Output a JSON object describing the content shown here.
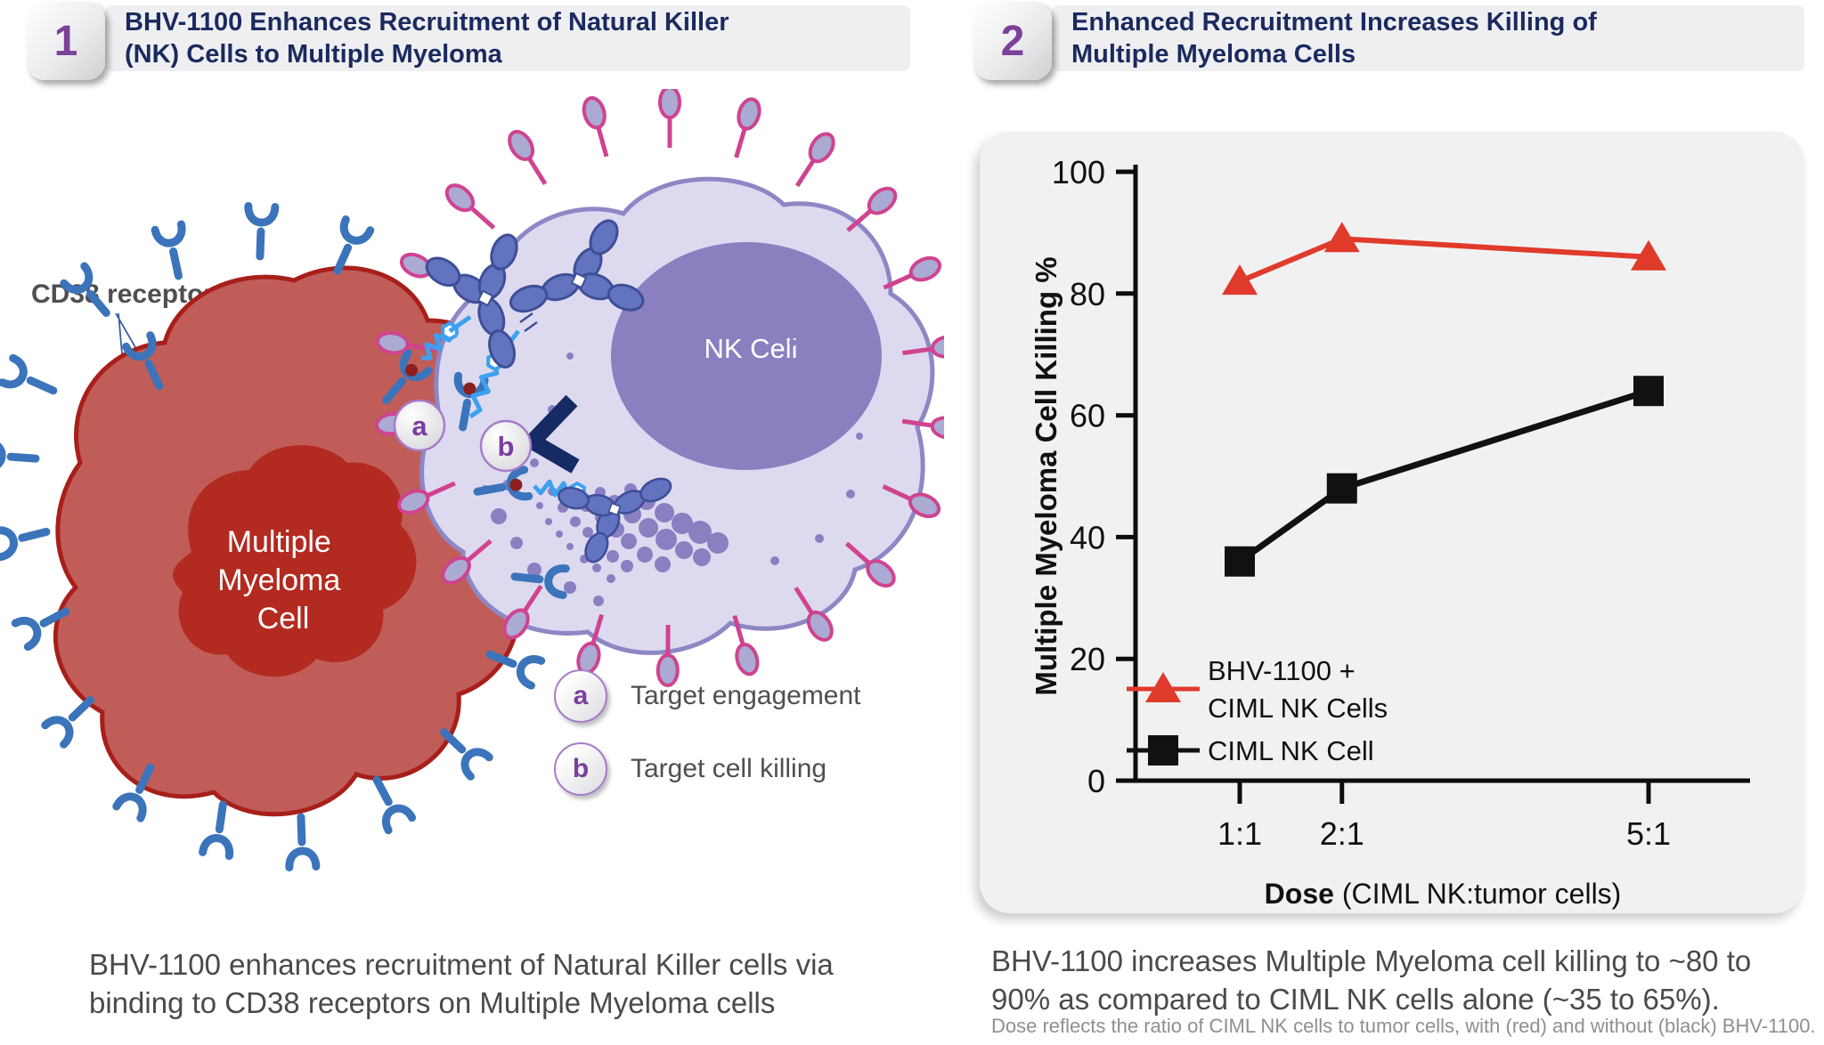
{
  "panel1": {
    "number": "1",
    "title_lines": [
      "BHV-1100 Enhances Recruitment of Natural Killer",
      "(NK) Cells to Multiple Myeloma"
    ],
    "diagram": {
      "cd38_label": "CD38 receptor",
      "mm_cell_lines": [
        "Multiple",
        "Myeloma",
        "Cell"
      ],
      "nk_cell_label": "NK Cell",
      "marker_a": "a",
      "marker_b": "b",
      "legend": [
        {
          "marker": "a",
          "label": "Target engagement"
        },
        {
          "marker": "b",
          "label": "Target cell killing"
        }
      ]
    },
    "caption": "BHV-1100 enhances recruitment of Natural Killer cells via binding to CD38 receptors on Multiple Myeloma cells"
  },
  "panel2": {
    "number": "2",
    "title_lines": [
      "Enhanced Recruitment Increases Killing of",
      "Multiple Myeloma Cells"
    ],
    "caption": "BHV-1100 increases Multiple Myeloma cell killing to ~80 to 90% as compared to CIML NK cells alone (~35 to 65%).",
    "footnote": "Dose reflects the ratio of CIML NK cells to tumor cells, with (red) and without (black) BHV-1100."
  },
  "chart_data": {
    "type": "line",
    "x": [
      1,
      2,
      5
    ],
    "x_tick_labels": [
      "1:1",
      "2:1",
      "5:1"
    ],
    "xlabel": {
      "bold": "Dose",
      "rest": " (CIML NK:tumor cells)"
    },
    "ylabel": "Multiple Myeloma Cell Killing %",
    "ylim": [
      0,
      100
    ],
    "yticks": [
      0,
      20,
      40,
      60,
      80,
      100
    ],
    "grid": false,
    "legend_position": "inside lower-left",
    "series": [
      {
        "name": "BHV-1100 + CIML NK Cells",
        "legend_lines": [
          "BHV-1100 +",
          "CIML NK Cells"
        ],
        "marker": "triangle",
        "color": "#e03a2b",
        "values": [
          82,
          89,
          86
        ]
      },
      {
        "name": "CIML NK Cell",
        "legend_lines": [
          "CIML NK Cell"
        ],
        "marker": "square",
        "color": "#111111",
        "values": [
          36,
          48,
          64
        ]
      }
    ]
  },
  "colors": {
    "accent_purple": "#7c4199",
    "title_navy": "#1b2a5e",
    "series_red": "#e03a2b",
    "series_black": "#111111",
    "mm_cell_body": "#c05d59",
    "mm_cell_outline": "#a81f1a",
    "nk_cell_body": "#dddaf0",
    "nk_cell_nucleus": "#8a80c0",
    "receptor_blue": "#3b74bb"
  }
}
